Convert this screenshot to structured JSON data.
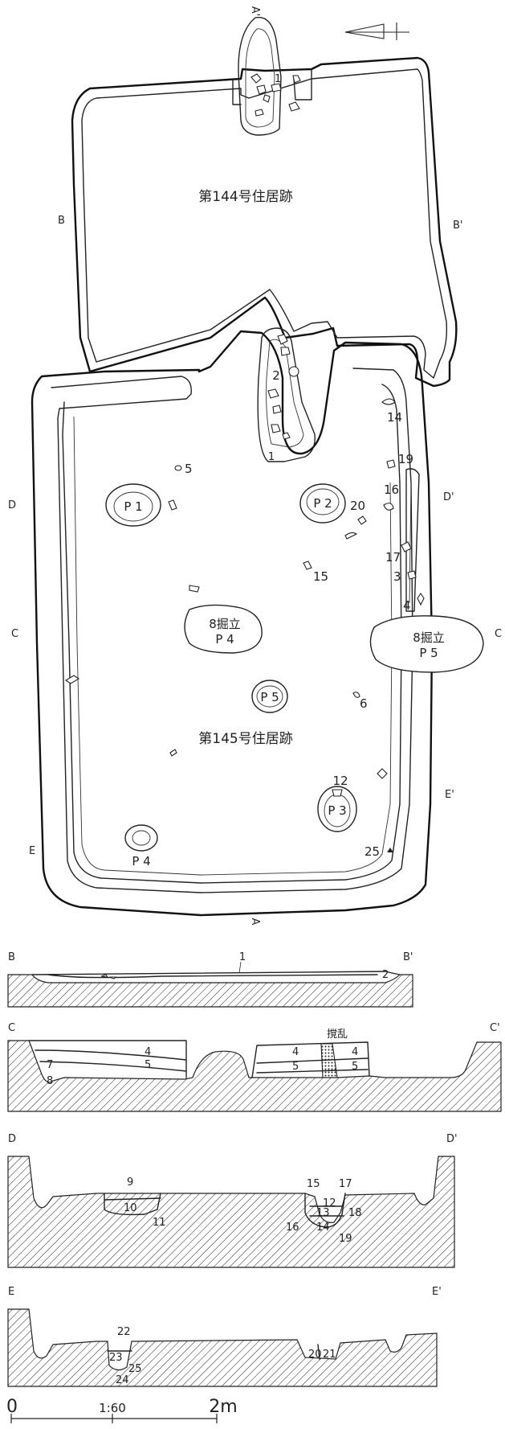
{
  "plan": {
    "house_144_label": "第144号住居跡",
    "house_145_label": "第145号住居跡",
    "marker_a_top": "A'",
    "marker_a_bottom": "A",
    "marker_b": "B",
    "marker_b_prime": "B'",
    "marker_c": "C",
    "marker_c_prime": "C",
    "marker_d": "D",
    "marker_d_prime": "D'",
    "marker_e": "E",
    "marker_e_prime": "E'",
    "pits": {
      "p1": "P 1",
      "p2": "P 2",
      "p3": "P 3",
      "p4": "P 4",
      "p5": "P 5",
      "post4_line1": "8掘立",
      "post4_line2": "P 4",
      "post5_line1": "8掘立",
      "post5_line2": "P 5"
    },
    "finds": {
      "n1_upper": "1",
      "n1_lower": "1",
      "n2": "2",
      "n3": "3",
      "n4": "4",
      "n5": "5",
      "n6": "6",
      "n12": "12",
      "n14": "14",
      "n15": "15",
      "n16": "16",
      "n17": "17",
      "n19": "19",
      "n20": "20",
      "n25": "25"
    }
  },
  "sections": {
    "bb": {
      "left": "B",
      "right": "B'",
      "layers": [
        "1",
        "2"
      ]
    },
    "cc": {
      "left": "C",
      "right": "C'",
      "disturbed": "撹乱",
      "layers": [
        "4",
        "5",
        "7",
        "8",
        "4",
        "5",
        "4",
        "5"
      ]
    },
    "dd": {
      "left": "D",
      "right": "D'",
      "layers": [
        "9",
        "10",
        "11",
        "15",
        "17",
        "12",
        "13",
        "18",
        "16",
        "14",
        "19"
      ]
    },
    "ee": {
      "left": "E",
      "right": "E'",
      "layers": [
        "22",
        "23",
        "25",
        "24",
        "20",
        "21"
      ]
    }
  },
  "scale_bar": {
    "start": "0",
    "ratio": "1:60",
    "end": "2m"
  }
}
